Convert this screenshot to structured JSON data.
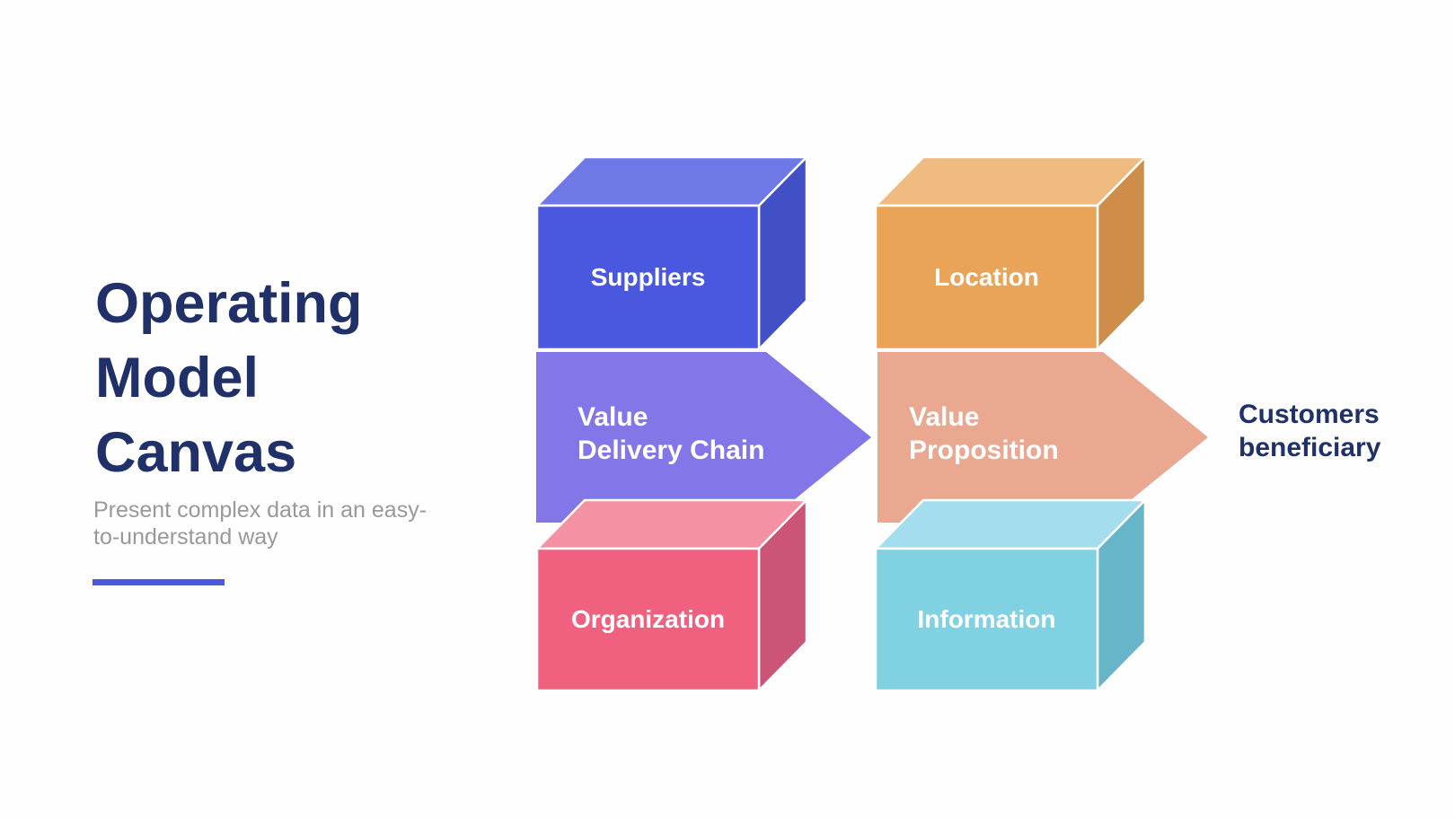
{
  "page": {
    "background": "#FEFEFE"
  },
  "header": {
    "title_lines": [
      "Operating",
      "Model",
      "Canvas"
    ],
    "title_color": "#203069",
    "subtitle_lines": [
      "Present complex data in an easy-",
      "to-understand way"
    ],
    "subtitle_color": "#999999",
    "accent_bar_color": "#4B58D9"
  },
  "diagram": {
    "boxes": [
      {
        "label": "Suppliers",
        "front": "#4A58DF",
        "top": "#6F78E7",
        "side": "#4150C5"
      },
      {
        "label": "Location",
        "front": "#EAA457",
        "top": "#EFBB80",
        "side": "#CE8E49"
      },
      {
        "label": "Organization",
        "front": "#EF617F",
        "top": "#F492A4",
        "side": "#CC5577"
      },
      {
        "label": "Information",
        "front": "#80D1E2",
        "top": "#A4DEEE",
        "side": "#67B5C9"
      }
    ],
    "arrows": [
      {
        "label_lines": [
          "Value",
          "Delivery Chain"
        ],
        "color": "#8276E9"
      },
      {
        "label_lines": [
          "Value",
          "Proposition"
        ],
        "color": "#E9A88F"
      }
    ],
    "endpoint": {
      "label_lines": [
        "Customers",
        "beneficiary"
      ],
      "color": "#203069"
    }
  }
}
